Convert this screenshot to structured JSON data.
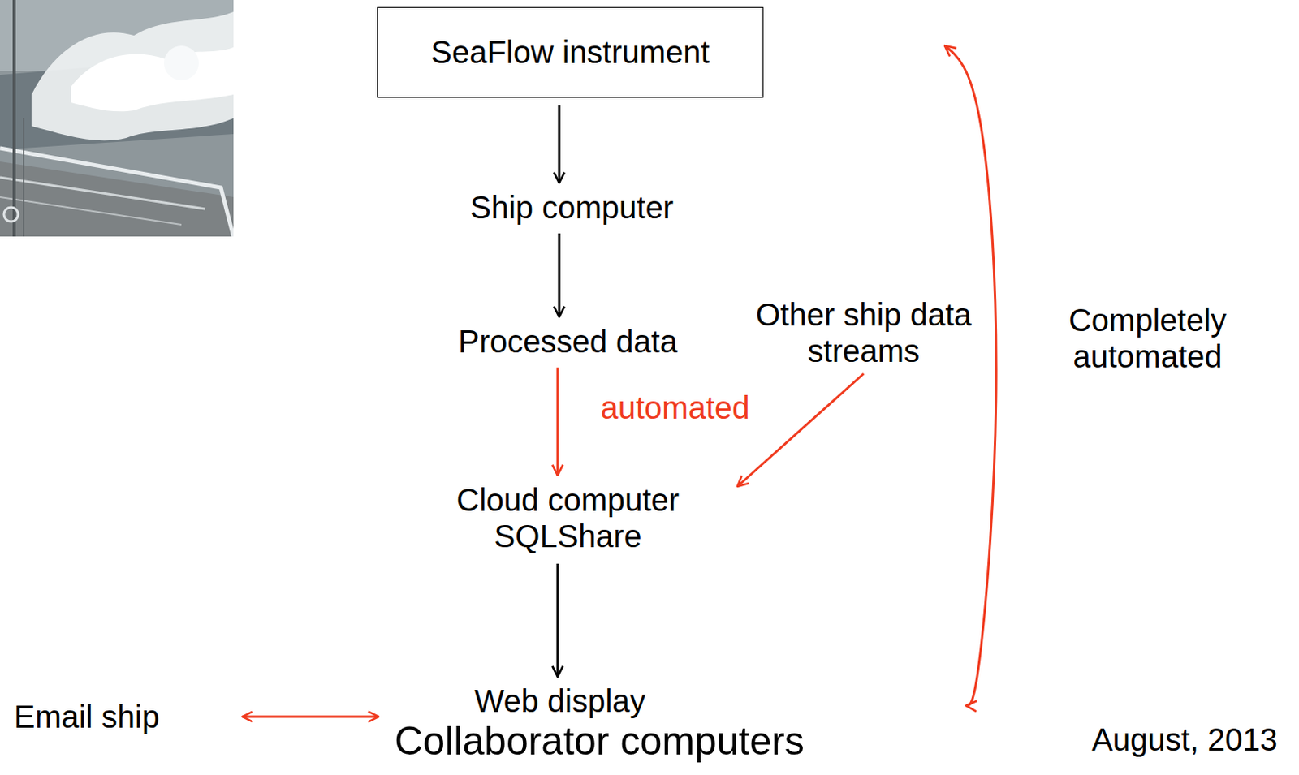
{
  "diagram": {
    "nodes": [
      {
        "text": [
          "SeaFlow instrument"
        ]
      },
      {
        "text": [
          "Ship computer"
        ]
      },
      {
        "text": [
          "Processed data"
        ]
      },
      {
        "text": [
          "Other ship data streams"
        ]
      },
      {
        "text": [
          "Cloud computer SQLShare"
        ]
      },
      {
        "text": [
          "Email ship"
        ]
      },
      {
        "text": [
          "Web display",
          "Collaborator computers"
        ]
      }
    ],
    "edges": [
      {
        "from": 0,
        "to": 1,
        "arrow": "to"
      },
      {
        "from": 1,
        "to": 2,
        "arrow": "to"
      },
      {
        "from": 2,
        "to": 4,
        "arrow": "to",
        "label": "automated"
      },
      {
        "from": 3,
        "to": 4,
        "arrow": "to"
      },
      {
        "from": 4,
        "to": 6,
        "arrow": "to"
      },
      {
        "from": 5,
        "to": 6,
        "arrow": "both"
      },
      {
        "from": 0,
        "to": 6,
        "arrow": "both",
        "label": "Completely automated"
      }
    ],
    "labels": [
      "August, 2013"
    ]
  }
}
